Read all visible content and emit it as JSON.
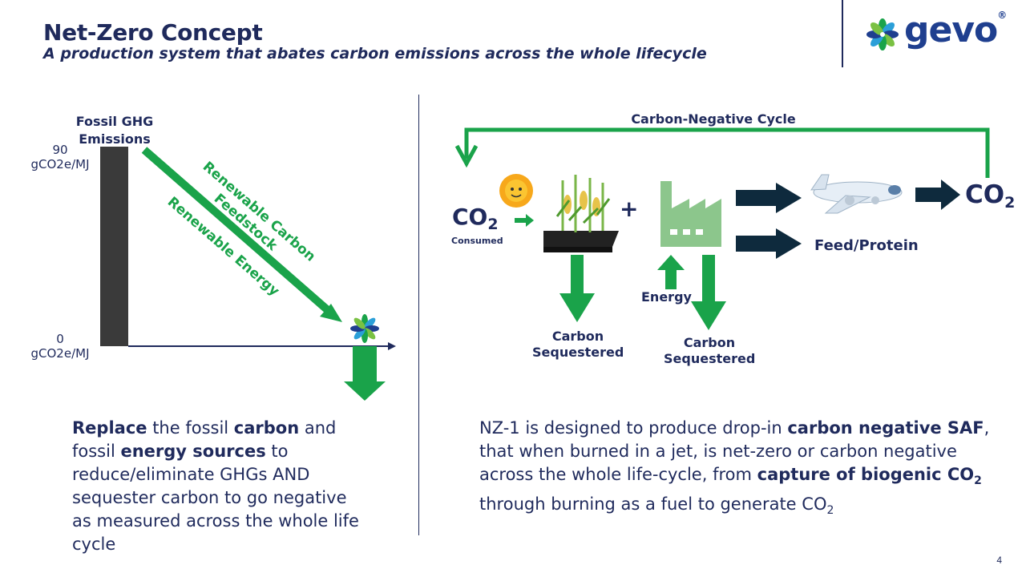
{
  "header": {
    "title": "Net-Zero Concept",
    "subtitle": "A production system that abates carbon emissions across the whole lifecycle",
    "logo_text": "gevo",
    "logo_mark": "®"
  },
  "left_diagram": {
    "bar_label": "Fossil GHG Emissions",
    "y_top_value": "90",
    "y_top_unit": "gCO2e/MJ",
    "y_bottom_value": "0",
    "y_bottom_unit": "gCO2e/MJ",
    "arrow_label_1": "Renewable Carbon",
    "arrow_label_2": "Feedstock",
    "arrow_label_3": "Renewable Energy"
  },
  "left_text": {
    "w1": "Replace",
    "t1": " the fossil ",
    "w2": "carbon",
    "t2": " and fossil ",
    "w3": "energy sources",
    "t3": " to reduce/eliminate GHGs AND sequester carbon to go negative as measured across the whole life cycle"
  },
  "right_diagram": {
    "cycle_label": "Carbon-Negative Cycle",
    "co2_text": "CO",
    "co2_sub": "2",
    "consumed_label": "Consumed",
    "plus_sign": "+",
    "energy_label": "Energy",
    "sequestered_1": "Carbon Sequestered",
    "sequestered_2": "Carbon Sequestered",
    "feed_label": "Feed/Protein",
    "co2_out_text": "CO",
    "co2_out_sub": "2"
  },
  "right_text": {
    "t1": "NZ-1 is designed to produce drop-in ",
    "b1": "carbon negative SAF",
    "t2": ", that when burned in a jet, is net-zero or carbon negative across the whole life-cycle, from ",
    "b2": "capture of biogenic CO",
    "b2_sub": "2",
    "t3": " through burning as a fuel to generate CO",
    "t3_sub": "2"
  },
  "footer": {
    "page_number": "4"
  },
  "colors": {
    "navy": "#1f2a5c",
    "green": "#1aa34a",
    "dark_bar": "#3a3a3a",
    "factory_green": "#8cc68c"
  },
  "icons": [
    "gevo-logo-icon",
    "sun-icon",
    "corn-field-icon",
    "factory-icon",
    "airplane-icon",
    "cycle-arrow-icon"
  ]
}
